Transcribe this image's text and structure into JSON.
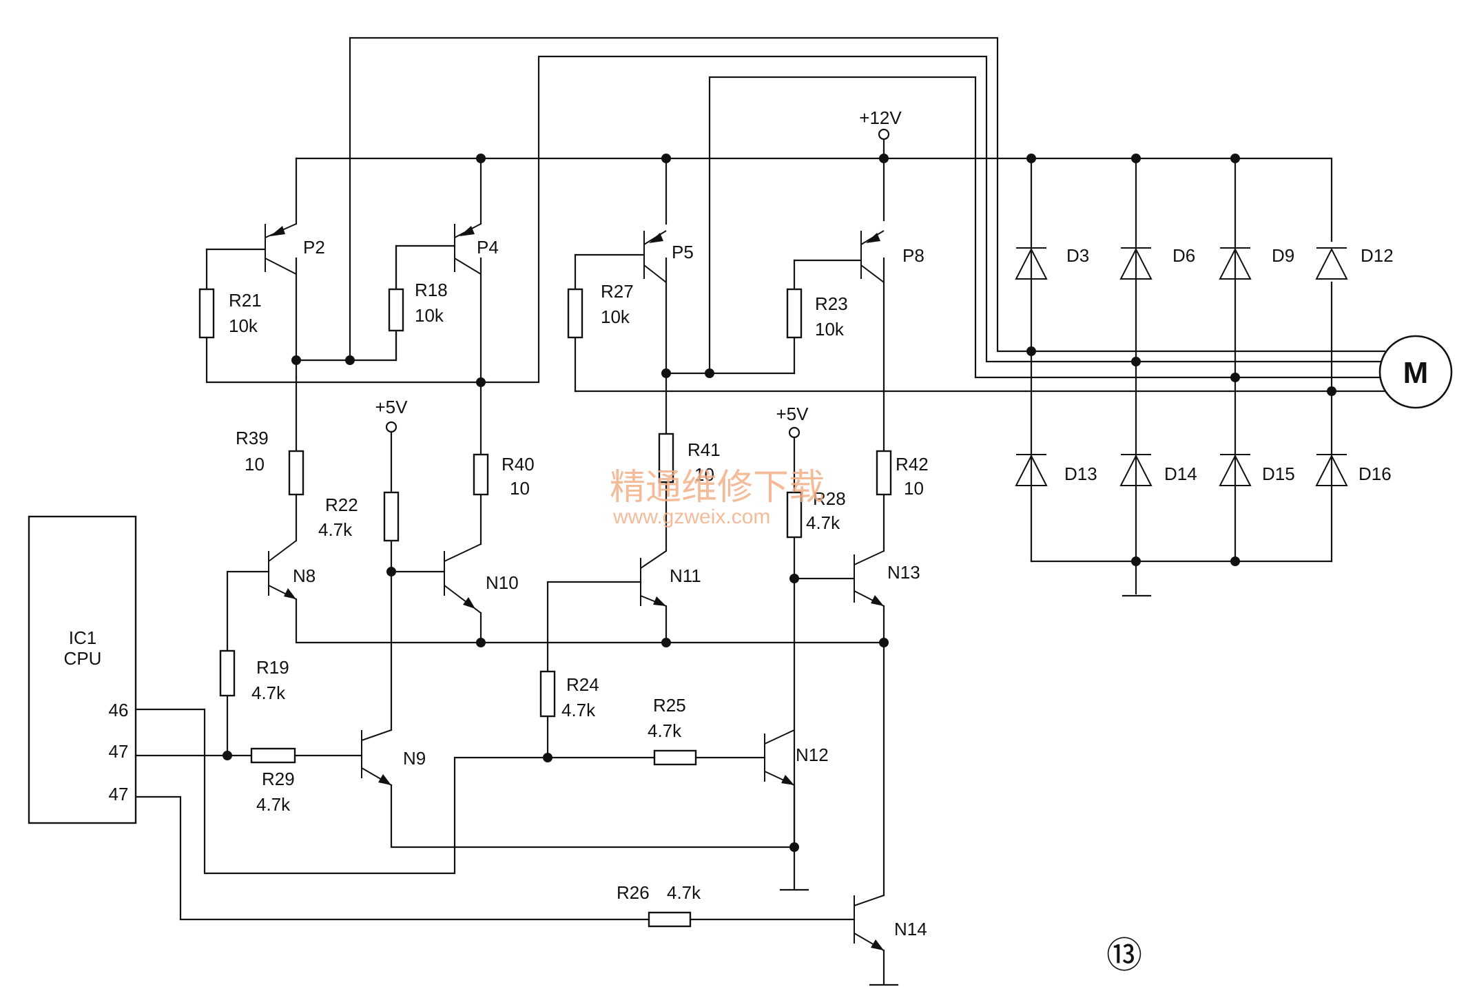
{
  "ic": {
    "name": "IC1",
    "sub": "CPU",
    "pins": [
      "46",
      "47",
      "47"
    ]
  },
  "transistors": {
    "p2": "P2",
    "p4": "P4",
    "p5": "P5",
    "p8": "P8",
    "n8": "N8",
    "n9": "N9",
    "n10": "N10",
    "n11": "N11",
    "n12": "N12",
    "n13": "N13",
    "n14": "N14"
  },
  "resistors": {
    "r21": {
      "name": "R21",
      "value": "10k"
    },
    "r18": {
      "name": "R18",
      "value": "10k"
    },
    "r27": {
      "name": "R27",
      "value": "10k"
    },
    "r23": {
      "name": "R23",
      "value": "10k"
    },
    "r39": {
      "name": "R39",
      "value": "10"
    },
    "r40": {
      "name": "R40",
      "value": "10"
    },
    "r41": {
      "name": "R41",
      "value": "10"
    },
    "r42": {
      "name": "R42",
      "value": "10"
    },
    "r22": {
      "name": "R22",
      "value": "4.7k"
    },
    "r28": {
      "name": "R28",
      "value": "4.7k"
    },
    "r19": {
      "name": "R19",
      "value": "4.7k"
    },
    "r24": {
      "name": "R24",
      "value": "4.7k"
    },
    "r25": {
      "name": "R25",
      "value": "4.7k"
    },
    "r29": {
      "name": "R29",
      "value": "4.7k"
    },
    "r26": {
      "name": "R26",
      "value": "4.7k"
    }
  },
  "diodes": {
    "d3": "D3",
    "d6": "D6",
    "d9": "D9",
    "d12": "D12",
    "d13": "D13",
    "d14": "D14",
    "d15": "D15",
    "d16": "D16"
  },
  "supplies": {
    "v12": "+12V",
    "v5a": "+5V",
    "v5b": "+5V"
  },
  "motor": "M",
  "figure_number": "⑬",
  "watermark": {
    "cn": "精通维修下载",
    "url": "www.gzweix.com"
  }
}
